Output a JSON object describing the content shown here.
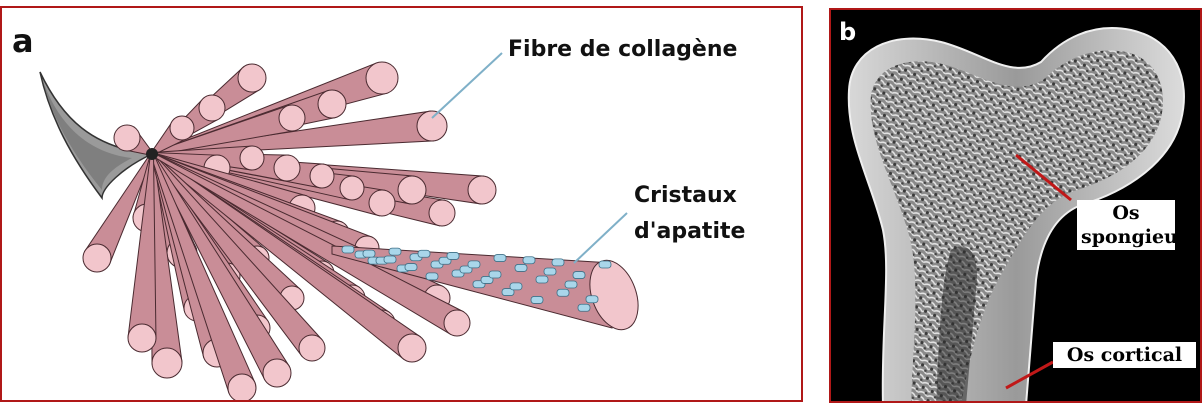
{
  "panel_a": {
    "letter": "a",
    "label_fiber": "Fibre de collagène",
    "label_crystals_line1": "Cristaux",
    "label_crystals_line2": "d'apatite"
  },
  "panel_b": {
    "letter": "b",
    "label_spongy_line1": "Os",
    "label_spongy_line2": "spongieux",
    "label_cortical": "Os cortical"
  },
  "colors": {
    "frame": "#b01818",
    "fiber_body": "#c98d97",
    "fiber_end": "#f2c6cc",
    "fiber_outline": "#4a2a30",
    "crystal": "#a9d6ea",
    "pointer_a": "#7fb0c8",
    "pointer_b": "#c01818"
  }
}
